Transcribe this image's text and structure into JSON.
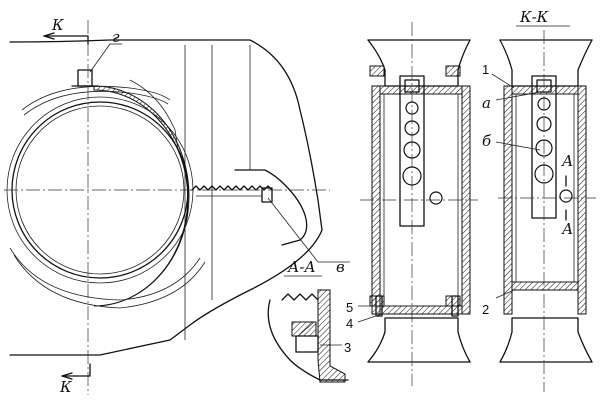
{
  "labels": {
    "section_k_top": "К",
    "section_k_bottom": "К",
    "letter_g": "г",
    "letter_v": "в",
    "section_aa": "А-А",
    "section_kk": "К-К",
    "letter_a": "а",
    "letter_b": "б",
    "section_a_upper": "А",
    "section_a_lower": "А",
    "part_1": "1",
    "part_2": "2",
    "part_3": "3",
    "part_4": "4",
    "part_5": "5"
  }
}
